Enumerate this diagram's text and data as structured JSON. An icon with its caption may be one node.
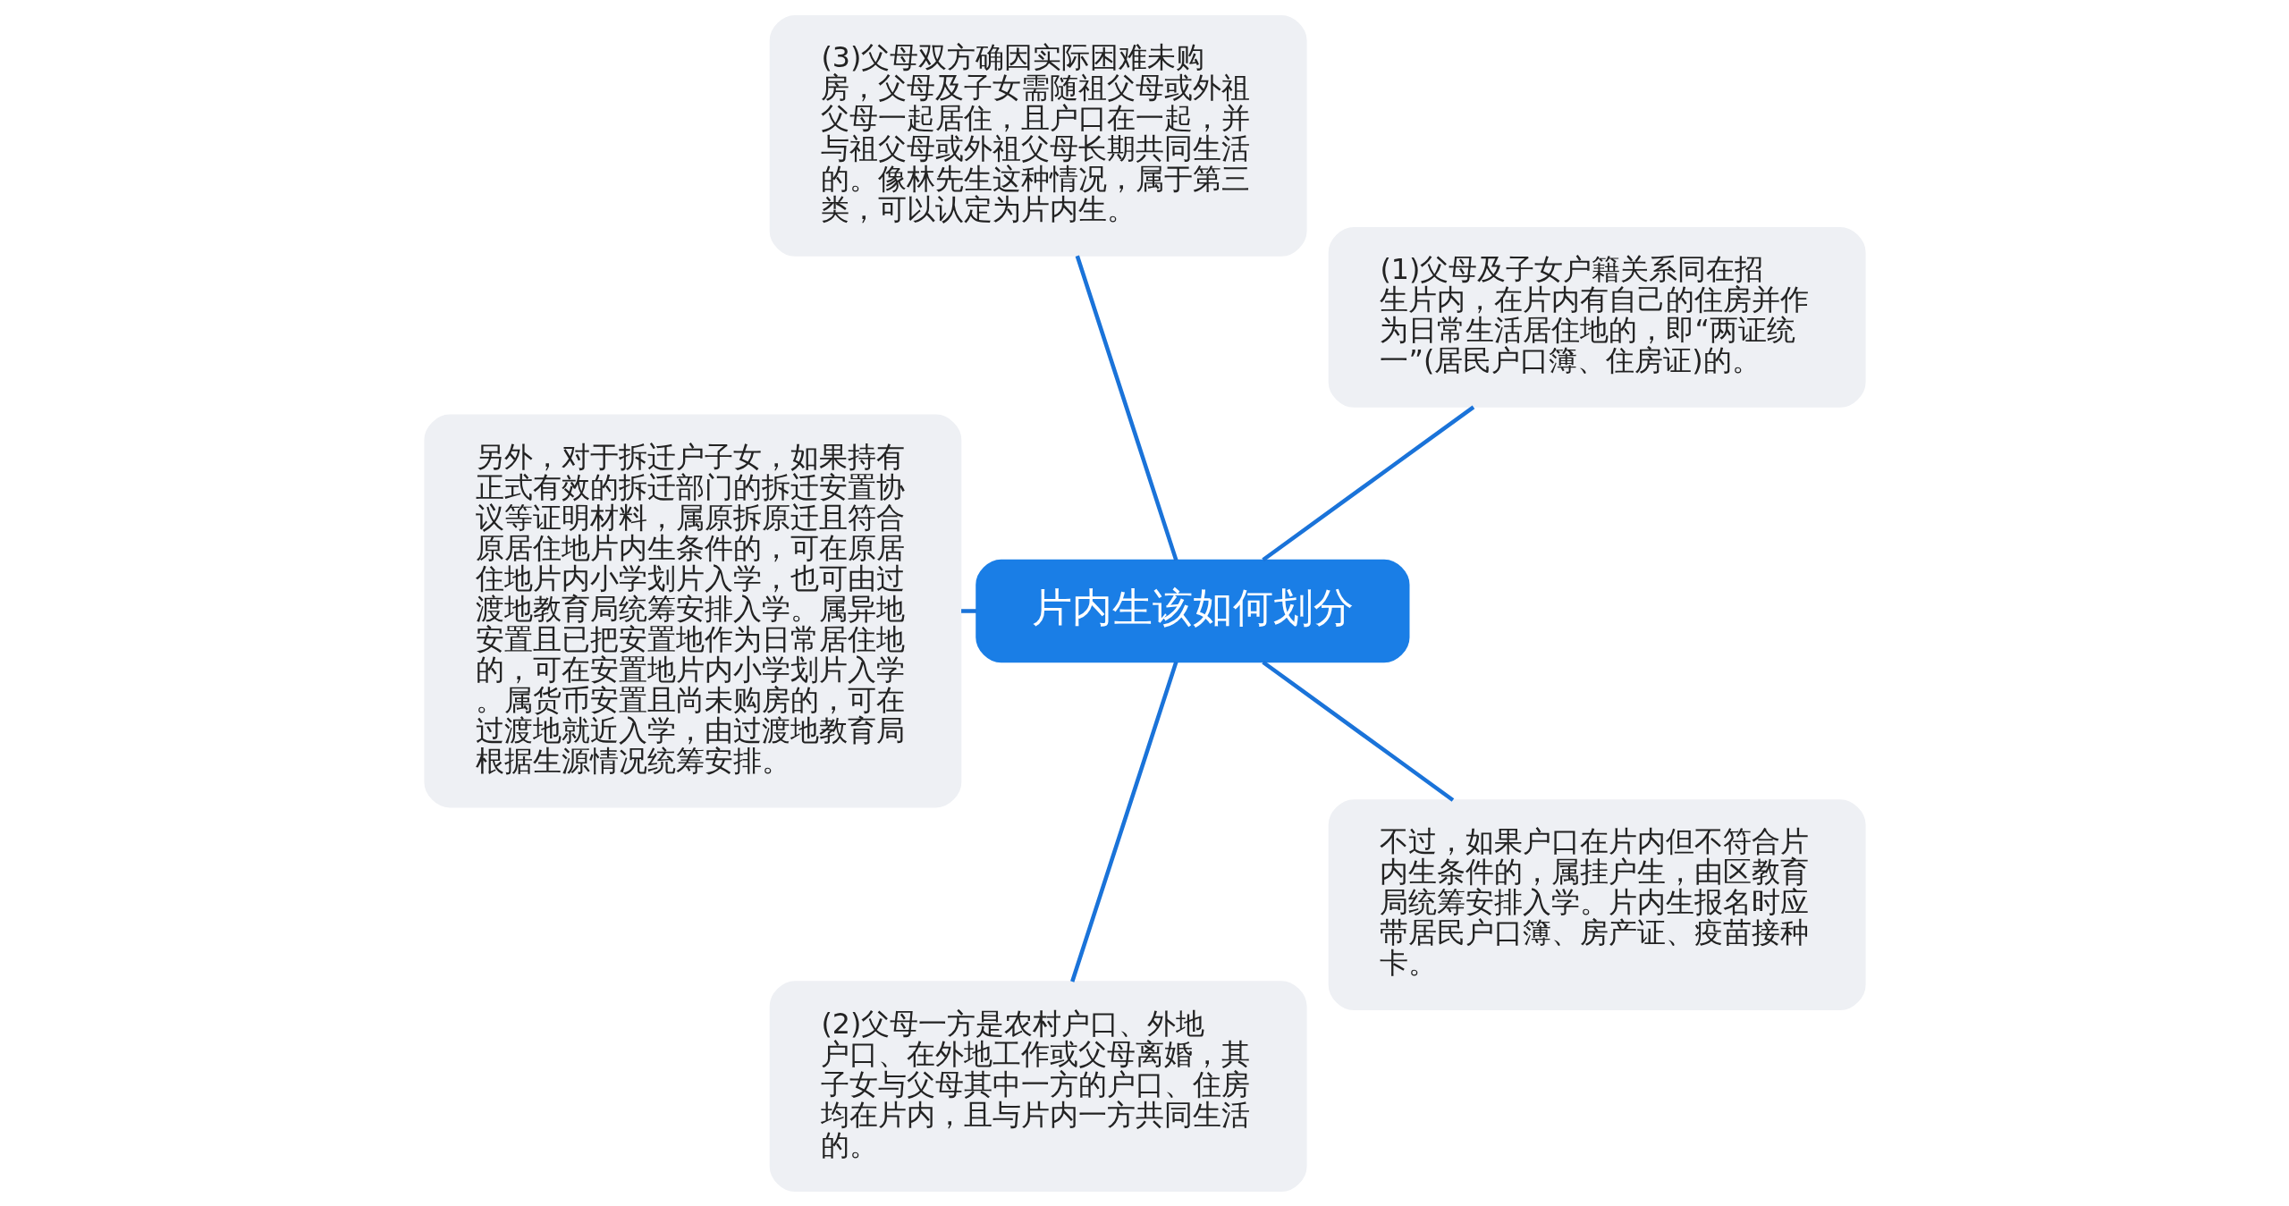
{
  "diagram": {
    "nodes": [
      {
        "text": [
          "片内生该如何划分"
        ]
      },
      {
        "text": [
          "(1)父母及子女户籍关系同在招生片内，在片内有自己的住房并作为日常生活居住地的，即“两证统一”(居民户口簿、住房证)的。"
        ]
      },
      {
        "text": [
          "(3)父母双方确因实际困难未购房，父母及子女需随祖父母或外祖父母一起居住，且户口在一起，并与祖父母或外祖父母长期共同生活的。像林先生这种情况，属于第三类，可以认定为片内生。"
        ]
      },
      {
        "text": [
          "另外，对于拆迁户子女，如果持有正式有效的拆迁部门的拆迁安置协议等证明材料，属原拆原迁且符合原居住地片内生条件的，可在原居住地片内小学划片入学，也可由过渡地教育局统筹安排入学。属异地安置且已把安置地作为日常居住地的，可在安置地片内小学划片入学。属货币安置且尚未购房的，可在过渡地就近入学，由过渡地教育局根据生源情况统筹安排。"
        ]
      },
      {
        "text": [
          "(2)父母一方是农村户口、外地户口、在外地工作或父母离婚，其子女与父母其中一方的户口、住房均在片内，且与片内一方共同生活的。"
        ]
      },
      {
        "text": [
          "不过，如果户口在片内但不符合片内生条件的，属挂户生，由区教育局统筹安排入学。片内生报名时应带居民户口簿、房产证、疫苗接种卡。"
        ]
      }
    ],
    "edges": [
      {
        "from": 0,
        "to": 1,
        "arrow": "none"
      },
      {
        "from": 0,
        "to": 2,
        "arrow": "none"
      },
      {
        "from": 0,
        "to": 3,
        "arrow": "none"
      },
      {
        "from": 0,
        "to": 4,
        "arrow": "none"
      },
      {
        "from": 0,
        "to": 5,
        "arrow": "none"
      }
    ]
  }
}
